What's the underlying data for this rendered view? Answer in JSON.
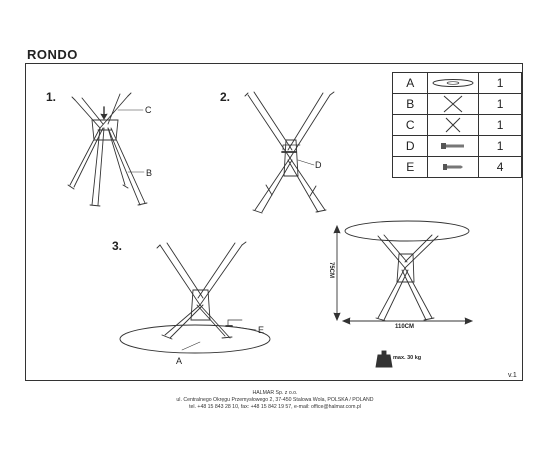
{
  "title": "RONDO",
  "steps": [
    "1.",
    "2.",
    "3."
  ],
  "callouts": {
    "c": "C",
    "b": "B",
    "d": "D",
    "e": "E",
    "a": "A"
  },
  "parts": [
    {
      "letter": "A",
      "qty": "1",
      "icon": "glass-top-icon"
    },
    {
      "letter": "B",
      "qty": "1",
      "icon": "leg-frame-icon"
    },
    {
      "letter": "C",
      "qty": "1",
      "icon": "leg-frame-small-icon"
    },
    {
      "letter": "D",
      "qty": "1",
      "icon": "bolt-icon"
    },
    {
      "letter": "E",
      "qty": "4",
      "icon": "screw-icon"
    }
  ],
  "dimensions": {
    "height": "75CM",
    "width": "110CM"
  },
  "weight": "max. 30 kg",
  "version": "v.1",
  "footer": {
    "company": "HALMAR Sp. z o.o.",
    "address": "ul. Centralnego Okręgu Przemysłowego 2, 37-450 Stalowa Wola, POLSKA / POLAND",
    "contact": "tel. +48 15 843 28 10, fax: +48 15 842 19 57, e-mail: office@halmar.com.pl"
  },
  "colors": {
    "line": "#333333",
    "text": "#222222"
  }
}
